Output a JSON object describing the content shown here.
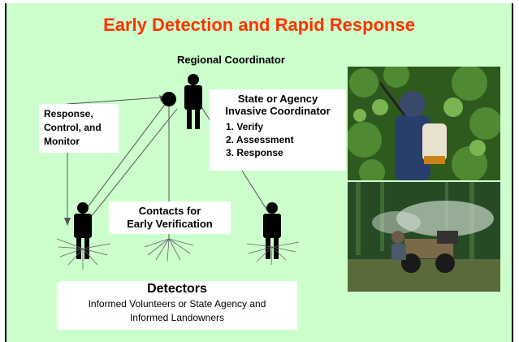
{
  "title": "Early Detection and Rapid Response",
  "regional_coordinator": "Regional Coordinator",
  "state_coordinator": {
    "line1": "State or Agency",
    "line2": "Invasive Coordinator",
    "steps": [
      "1. Verify",
      "2. Assessment",
      "3. Response"
    ]
  },
  "response_box": [
    "Response,",
    "Control, and",
    "Monitor"
  ],
  "contacts_box": [
    "Contacts for",
    "Early Verification"
  ],
  "detectors": {
    "heading": "Detectors",
    "line1": "Informed Volunteers or State Agency and",
    "line2": "Informed Landowners"
  },
  "colors": {
    "title": "#ff3300",
    "background": "#ccffcc"
  }
}
